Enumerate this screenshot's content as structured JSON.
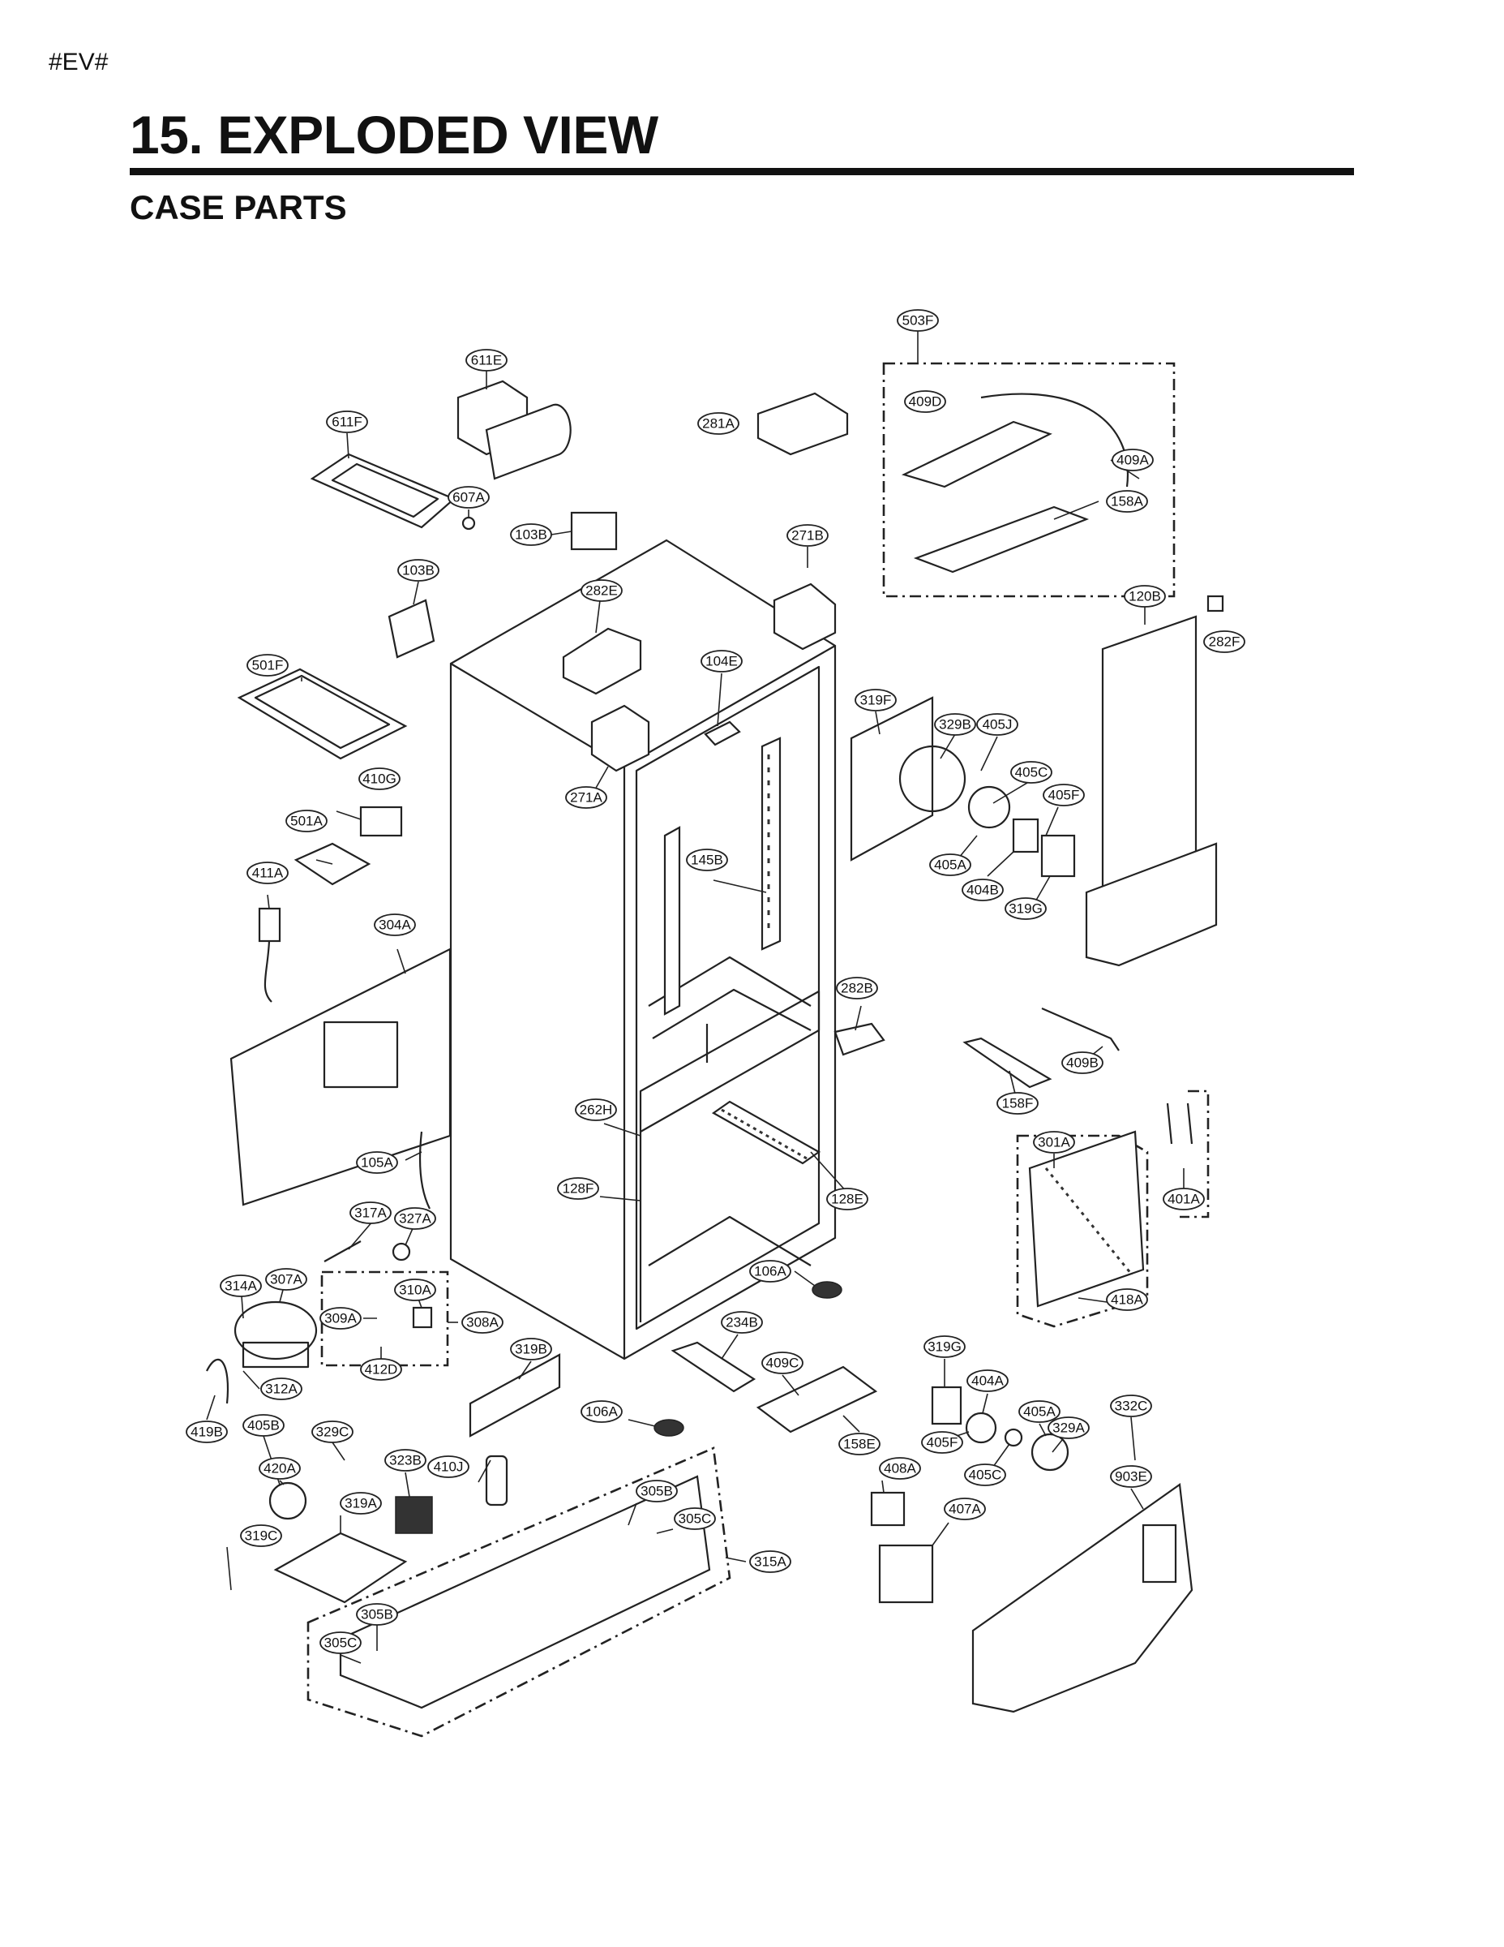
{
  "page": {
    "tag": "#EV#",
    "title": "15. EXPLODED VIEW",
    "section": "CASE PARTS"
  },
  "callouts": [
    {
      "id": "c503F",
      "label": "503F"
    },
    {
      "id": "c611E",
      "label": "611E"
    },
    {
      "id": "c281A",
      "label": "281A"
    },
    {
      "id": "c409D",
      "label": "409D"
    },
    {
      "id": "c611F",
      "label": "611F"
    },
    {
      "id": "c409A",
      "label": "409A"
    },
    {
      "id": "c607A",
      "label": "607A"
    },
    {
      "id": "c158A",
      "label": "158A"
    },
    {
      "id": "c103B1",
      "label": "103B"
    },
    {
      "id": "c271B",
      "label": "271B"
    },
    {
      "id": "c103B2",
      "label": "103B"
    },
    {
      "id": "c282E",
      "label": "282E"
    },
    {
      "id": "c120B",
      "label": "120B"
    },
    {
      "id": "c282F",
      "label": "282F"
    },
    {
      "id": "c501F",
      "label": "501F"
    },
    {
      "id": "c104E",
      "label": "104E"
    },
    {
      "id": "c319F",
      "label": "319F"
    },
    {
      "id": "c329B1",
      "label": "329B"
    },
    {
      "id": "c405J",
      "label": "405J"
    },
    {
      "id": "c410G",
      "label": "410G"
    },
    {
      "id": "c271A",
      "label": "271A"
    },
    {
      "id": "c405C1",
      "label": "405C"
    },
    {
      "id": "c405F1",
      "label": "405F"
    },
    {
      "id": "c501A",
      "label": "501A"
    },
    {
      "id": "c405A1",
      "label": "405A"
    },
    {
      "id": "c145B",
      "label": "145B"
    },
    {
      "id": "c411A",
      "label": "411A"
    },
    {
      "id": "c404B",
      "label": "404B"
    },
    {
      "id": "c319G1",
      "label": "319G"
    },
    {
      "id": "c304A",
      "label": "304A"
    },
    {
      "id": "c282B",
      "label": "282B"
    },
    {
      "id": "c409B",
      "label": "409B"
    },
    {
      "id": "c158F",
      "label": "158F"
    },
    {
      "id": "c262H",
      "label": "262H"
    },
    {
      "id": "c301A",
      "label": "301A"
    },
    {
      "id": "c105A",
      "label": "105A"
    },
    {
      "id": "c128F",
      "label": "128F"
    },
    {
      "id": "c128E",
      "label": "128E"
    },
    {
      "id": "c401A",
      "label": "401A"
    },
    {
      "id": "c317A",
      "label": "317A"
    },
    {
      "id": "c327A",
      "label": "327A"
    },
    {
      "id": "c106A1",
      "label": "106A"
    },
    {
      "id": "c418A",
      "label": "418A"
    },
    {
      "id": "c314A",
      "label": "314A"
    },
    {
      "id": "c307A",
      "label": "307A"
    },
    {
      "id": "c310A",
      "label": "310A"
    },
    {
      "id": "c309A",
      "label": "309A"
    },
    {
      "id": "c308A",
      "label": "308A"
    },
    {
      "id": "c234B",
      "label": "234B"
    },
    {
      "id": "c319B",
      "label": "319B"
    },
    {
      "id": "c409C",
      "label": "409C"
    },
    {
      "id": "c319G2",
      "label": "319G"
    },
    {
      "id": "c412D",
      "label": "412D"
    },
    {
      "id": "c404A",
      "label": "404A"
    },
    {
      "id": "c312A",
      "label": "312A"
    },
    {
      "id": "c106A2",
      "label": "106A"
    },
    {
      "id": "c158E",
      "label": "158E"
    },
    {
      "id": "c405A2",
      "label": "405A"
    },
    {
      "id": "c332C",
      "label": "332C"
    },
    {
      "id": "c419B",
      "label": "419B"
    },
    {
      "id": "c405B",
      "label": "405B"
    },
    {
      "id": "c329C",
      "label": "329C"
    },
    {
      "id": "c329A",
      "label": "329A"
    },
    {
      "id": "c405F2",
      "label": "405F"
    },
    {
      "id": "c323B",
      "label": "323B"
    },
    {
      "id": "c410J",
      "label": "410J"
    },
    {
      "id": "c420A",
      "label": "420A"
    },
    {
      "id": "c408A",
      "label": "408A"
    },
    {
      "id": "c405C2",
      "label": "405C"
    },
    {
      "id": "c903E",
      "label": "903E"
    },
    {
      "id": "c305B1",
      "label": "305B"
    },
    {
      "id": "c319A",
      "label": "319A"
    },
    {
      "id": "c407A",
      "label": "407A"
    },
    {
      "id": "c305C1",
      "label": "305C"
    },
    {
      "id": "c319C",
      "label": "319C"
    },
    {
      "id": "c315A",
      "label": "315A"
    },
    {
      "id": "c305B2",
      "label": "305B"
    },
    {
      "id": "c305C2",
      "label": "305C"
    }
  ]
}
